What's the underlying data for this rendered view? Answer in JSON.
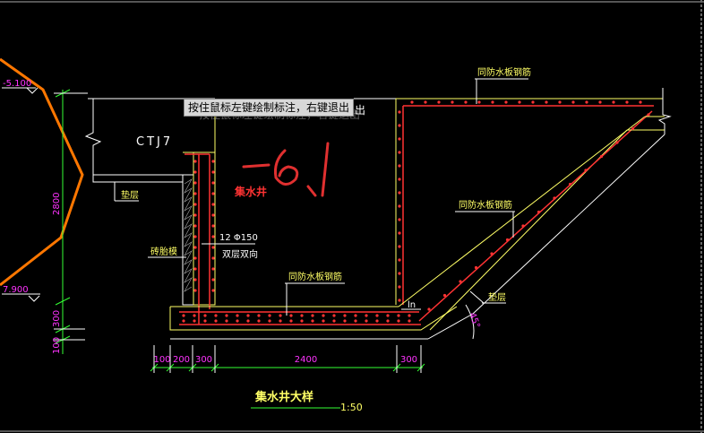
{
  "cad": {
    "tooltip": "按住鼠标左键绘制标注，右键退出",
    "tooltip_tail": "出",
    "labels": {
      "ctj7": "CTJ7",
      "level_top": "-5.100",
      "level_bottom": "7.900",
      "dim_vertical_main": "2800",
      "dim_vertical_300": "300",
      "dim_vertical_100": "100",
      "dianceng_left": "垫层",
      "zhuanmo": "砖胎模",
      "rebar_spec": "12 Φ150",
      "rebar_dir": "双层双向",
      "fangshui_bottom": "同防水板钢筋",
      "fangshui_top": "同防水板钢筋",
      "fangshui_slope": "同防水板钢筋",
      "dianceng_right": "垫层",
      "pit_name": "集水井",
      "ln": "ln",
      "angle": "45°",
      "title": "集水井大样",
      "scale": "1:50"
    },
    "dims_bottom": [
      "100",
      "200",
      "300",
      "2400",
      "300"
    ],
    "handwritten": "-6.1",
    "colors": {
      "background": "#000000",
      "structure_yellow": "#ffff66",
      "rebar_red": "#ff3333",
      "dim_green": "#33ff33",
      "text_magenta": "#ff33ff",
      "orange_line": "#ff7700",
      "handwrite_red": "#e03030",
      "white_line": "#ffffff"
    }
  }
}
